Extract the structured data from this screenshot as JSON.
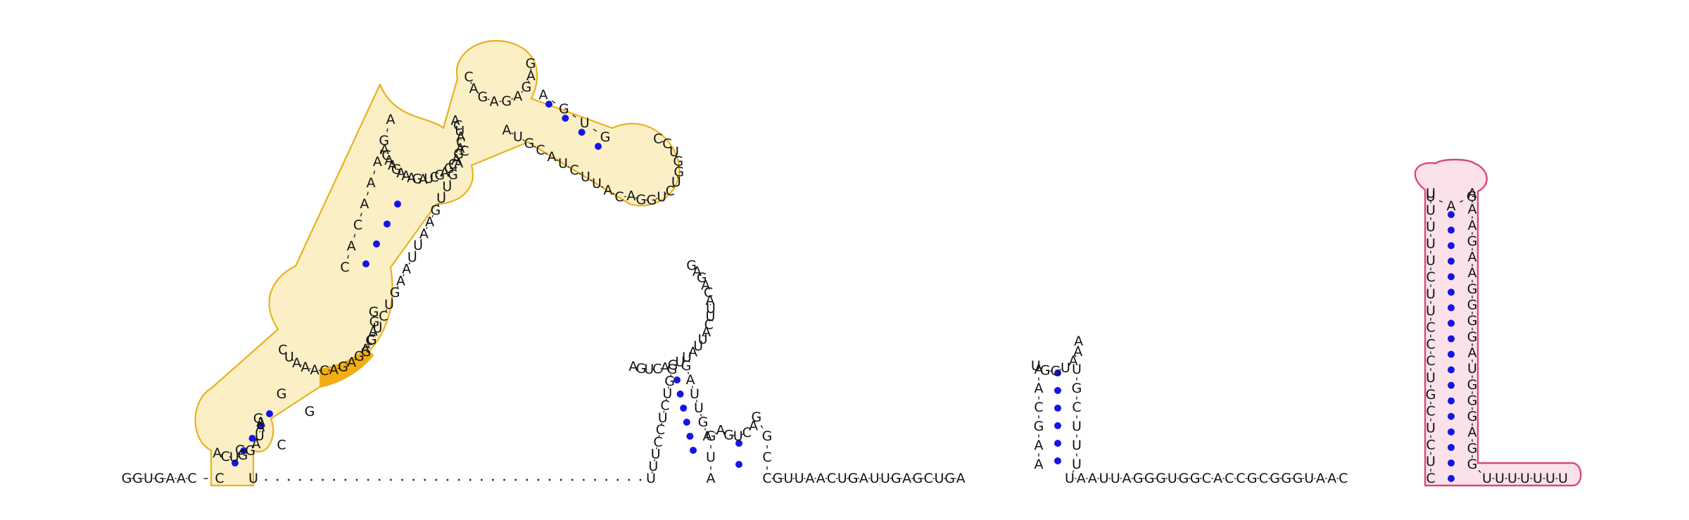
{
  "colors": {
    "highlight_outline": "#e8b21c",
    "highlight_fill": "#fbefc6",
    "highlight_strong": "#f2ad10",
    "terminator_outline": "#d9477a",
    "terminator_fill": "#fbe2ea",
    "base_pair_dot": "#1414e6",
    "backbone": "#222222"
  },
  "structure": {
    "leader": "GGUGAAC",
    "hp1": {
      "stem_5p": "CGAG",
      "loop_a": "ACUGGAUAG",
      "loop_b": "CUAAACAGAGACAGG",
      "side_a": "CACAAAGA",
      "loop_c": "ACAAGAAAGAUCGAGCAGACAUCA",
      "core_loop": "CAGAGAGAG",
      "arm_5p": "AGUG",
      "arm_loop": "CCUGGUCUGGA",
      "arm_3p": "CAUUCUACGUA",
      "back_a": "CAGUUGAAUUAAGUCUGG",
      "stem_3p": "UCG"
    },
    "gap_length": 34,
    "hp2": {
      "stem_5p": "UUUCCUCUGG",
      "loop": "AGUCAGUUAUUACUUACAGAG",
      "stem_3p": "AGUUAG"
    },
    "small_hp": {
      "stem_5p": "AUG",
      "loop": "AGUCAG",
      "stem_3p": "GCC"
    },
    "mid_linker": "GUUAACUGAUUGAGCUGA",
    "hp3": {
      "stem_5p": "AAGCAA",
      "loop": "UGGUAAA",
      "stem_3p": "UGCUUU"
    },
    "post_linker": "UAAUUAGGGUGGCACCGCGGGUAAC",
    "terminator": {
      "stem_5p": "CUCUCGUCCCUUCUUUUU",
      "loop": "UAG",
      "stem_3p": "AAAGAAGGGGAUGGGAGG"
    },
    "tail": "UUUUUUU"
  }
}
